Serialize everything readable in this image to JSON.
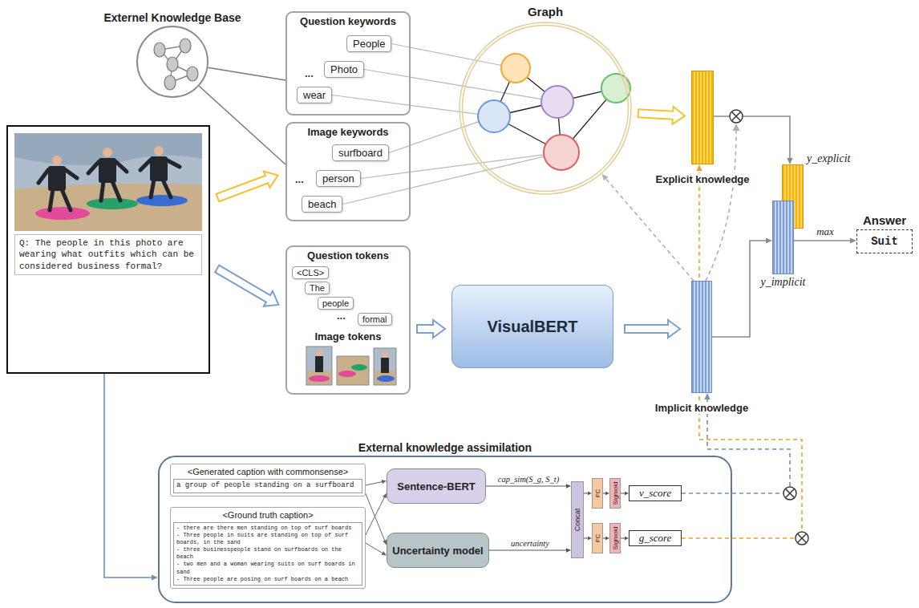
{
  "diagram": {
    "nodes": [
      {
        "text": [
          "Externel Knowledge Base"
        ]
      },
      {
        "text": [
          "Question keywords"
        ]
      },
      {
        "text": [
          "People"
        ],
        "in": 1
      },
      {
        "text": [
          "Photo"
        ],
        "in": 1
      },
      {
        "text": [
          "wear"
        ],
        "in": 1
      },
      {
        "text": [
          "Image keywords"
        ]
      },
      {
        "text": [
          "surfboard"
        ],
        "in": 5
      },
      {
        "text": [
          "person"
        ],
        "in": 5
      },
      {
        "text": [
          "beach"
        ],
        "in": 5
      },
      {
        "text": [
          "Graph"
        ]
      },
      {
        "text": [
          "Q: The people in this photo are wearing what outfits which can be considered business formal?"
        ]
      },
      {
        "text": [
          "Question tokens",
          "Image tokens"
        ]
      },
      {
        "text": [
          "<CLS>"
        ],
        "in": 11
      },
      {
        "text": [
          "The"
        ],
        "in": 11
      },
      {
        "text": [
          "people"
        ],
        "in": 11
      },
      {
        "text": [
          "formal"
        ],
        "in": 11
      },
      {
        "text": [
          "VisualBERT"
        ]
      },
      {
        "text": [
          "Explicit knowledge"
        ]
      },
      {
        "text": [
          "Implicit knowledge"
        ]
      },
      {
        "text": [
          "y_explicit"
        ]
      },
      {
        "text": [
          "y_implicit"
        ]
      },
      {
        "text": [
          "Answer",
          "Suit"
        ]
      },
      {
        "text": [
          "External knowledge assimilation"
        ]
      },
      {
        "text": [
          "<Generated caption with commonsense>"
        ],
        "in": 22
      },
      {
        "text": [
          "a group of people standing on a surfboard"
        ],
        "in": 23
      },
      {
        "text": [
          "<Ground truth caption>"
        ],
        "in": 22
      },
      {
        "text": [
          "- there are there men standing on top of surf boards",
          "- Three people in suits are standing on top of surf boards, in the sand",
          "- three businesspeople stand on surfboards on the beach",
          "- two men and a woman wearing suits on surf boards in sand",
          "- Three people are posing on surf boards on a beach"
        ],
        "in": 25
      },
      {
        "text": [
          "Sentence-BERT"
        ],
        "in": 22
      },
      {
        "text": [
          "Uncertainty model"
        ],
        "in": 22
      },
      {
        "text": [
          "Concat"
        ],
        "in": 22
      },
      {
        "text": [
          "FC"
        ],
        "in": 22
      },
      {
        "text": [
          "Sigmoid"
        ],
        "in": 22
      },
      {
        "text": [
          "v_score"
        ],
        "in": 22
      },
      {
        "text": [
          "FC"
        ],
        "in": 22
      },
      {
        "text": [
          "Sigmoid"
        ],
        "in": 22
      },
      {
        "text": [
          "g_score"
        ],
        "in": 22
      }
    ],
    "edges": [
      {
        "from": 0,
        "to": 1,
        "arrow": "none"
      },
      {
        "from": 0,
        "to": 5,
        "arrow": "none"
      },
      {
        "from": 10,
        "to": 5,
        "arrow": "to"
      },
      {
        "from": 10,
        "to": 11,
        "arrow": "to"
      },
      {
        "from": 2,
        "to": 9,
        "arrow": "none"
      },
      {
        "from": 3,
        "to": 9,
        "arrow": "none"
      },
      {
        "from": 4,
        "to": 9,
        "arrow": "none"
      },
      {
        "from": 6,
        "to": 9,
        "arrow": "none"
      },
      {
        "from": 7,
        "to": 9,
        "arrow": "none"
      },
      {
        "from": 8,
        "to": 9,
        "arrow": "none"
      },
      {
        "from": 9,
        "to": 17,
        "arrow": "to"
      },
      {
        "from": 11,
        "to": 16,
        "arrow": "to"
      },
      {
        "from": 16,
        "to": 18,
        "arrow": "to"
      },
      {
        "from": 17,
        "to": 19,
        "arrow": "to"
      },
      {
        "from": 18,
        "to": 20,
        "arrow": "to"
      },
      {
        "from": 18,
        "to": 9,
        "arrow": "to"
      },
      {
        "from": 20,
        "to": 21,
        "arrow": "to",
        "label": "max"
      },
      {
        "from": 10,
        "to": 22,
        "arrow": "to"
      },
      {
        "from": 24,
        "to": 27,
        "arrow": "to"
      },
      {
        "from": 24,
        "to": 28,
        "arrow": "to"
      },
      {
        "from": 26,
        "to": 27,
        "arrow": "to"
      },
      {
        "from": 26,
        "to": 28,
        "arrow": "to"
      },
      {
        "from": 27,
        "to": 29,
        "arrow": "to",
        "label": "cap_sim(S_g, S_t)"
      },
      {
        "from": 28,
        "to": 29,
        "arrow": "to",
        "label": "uncertainty"
      },
      {
        "from": 29,
        "to": 30,
        "arrow": "to"
      },
      {
        "from": 30,
        "to": 31,
        "arrow": "to"
      },
      {
        "from": 31,
        "to": 32,
        "arrow": "to"
      },
      {
        "from": 29,
        "to": 33,
        "arrow": "to"
      },
      {
        "from": 33,
        "to": 34,
        "arrow": "to"
      },
      {
        "from": 34,
        "to": 35,
        "arrow": "to"
      },
      {
        "from": 32,
        "to": 18,
        "arrow": "to"
      },
      {
        "from": 35,
        "to": 17,
        "arrow": "to"
      }
    ],
    "labels": [
      "...",
      "...",
      "..."
    ]
  }
}
